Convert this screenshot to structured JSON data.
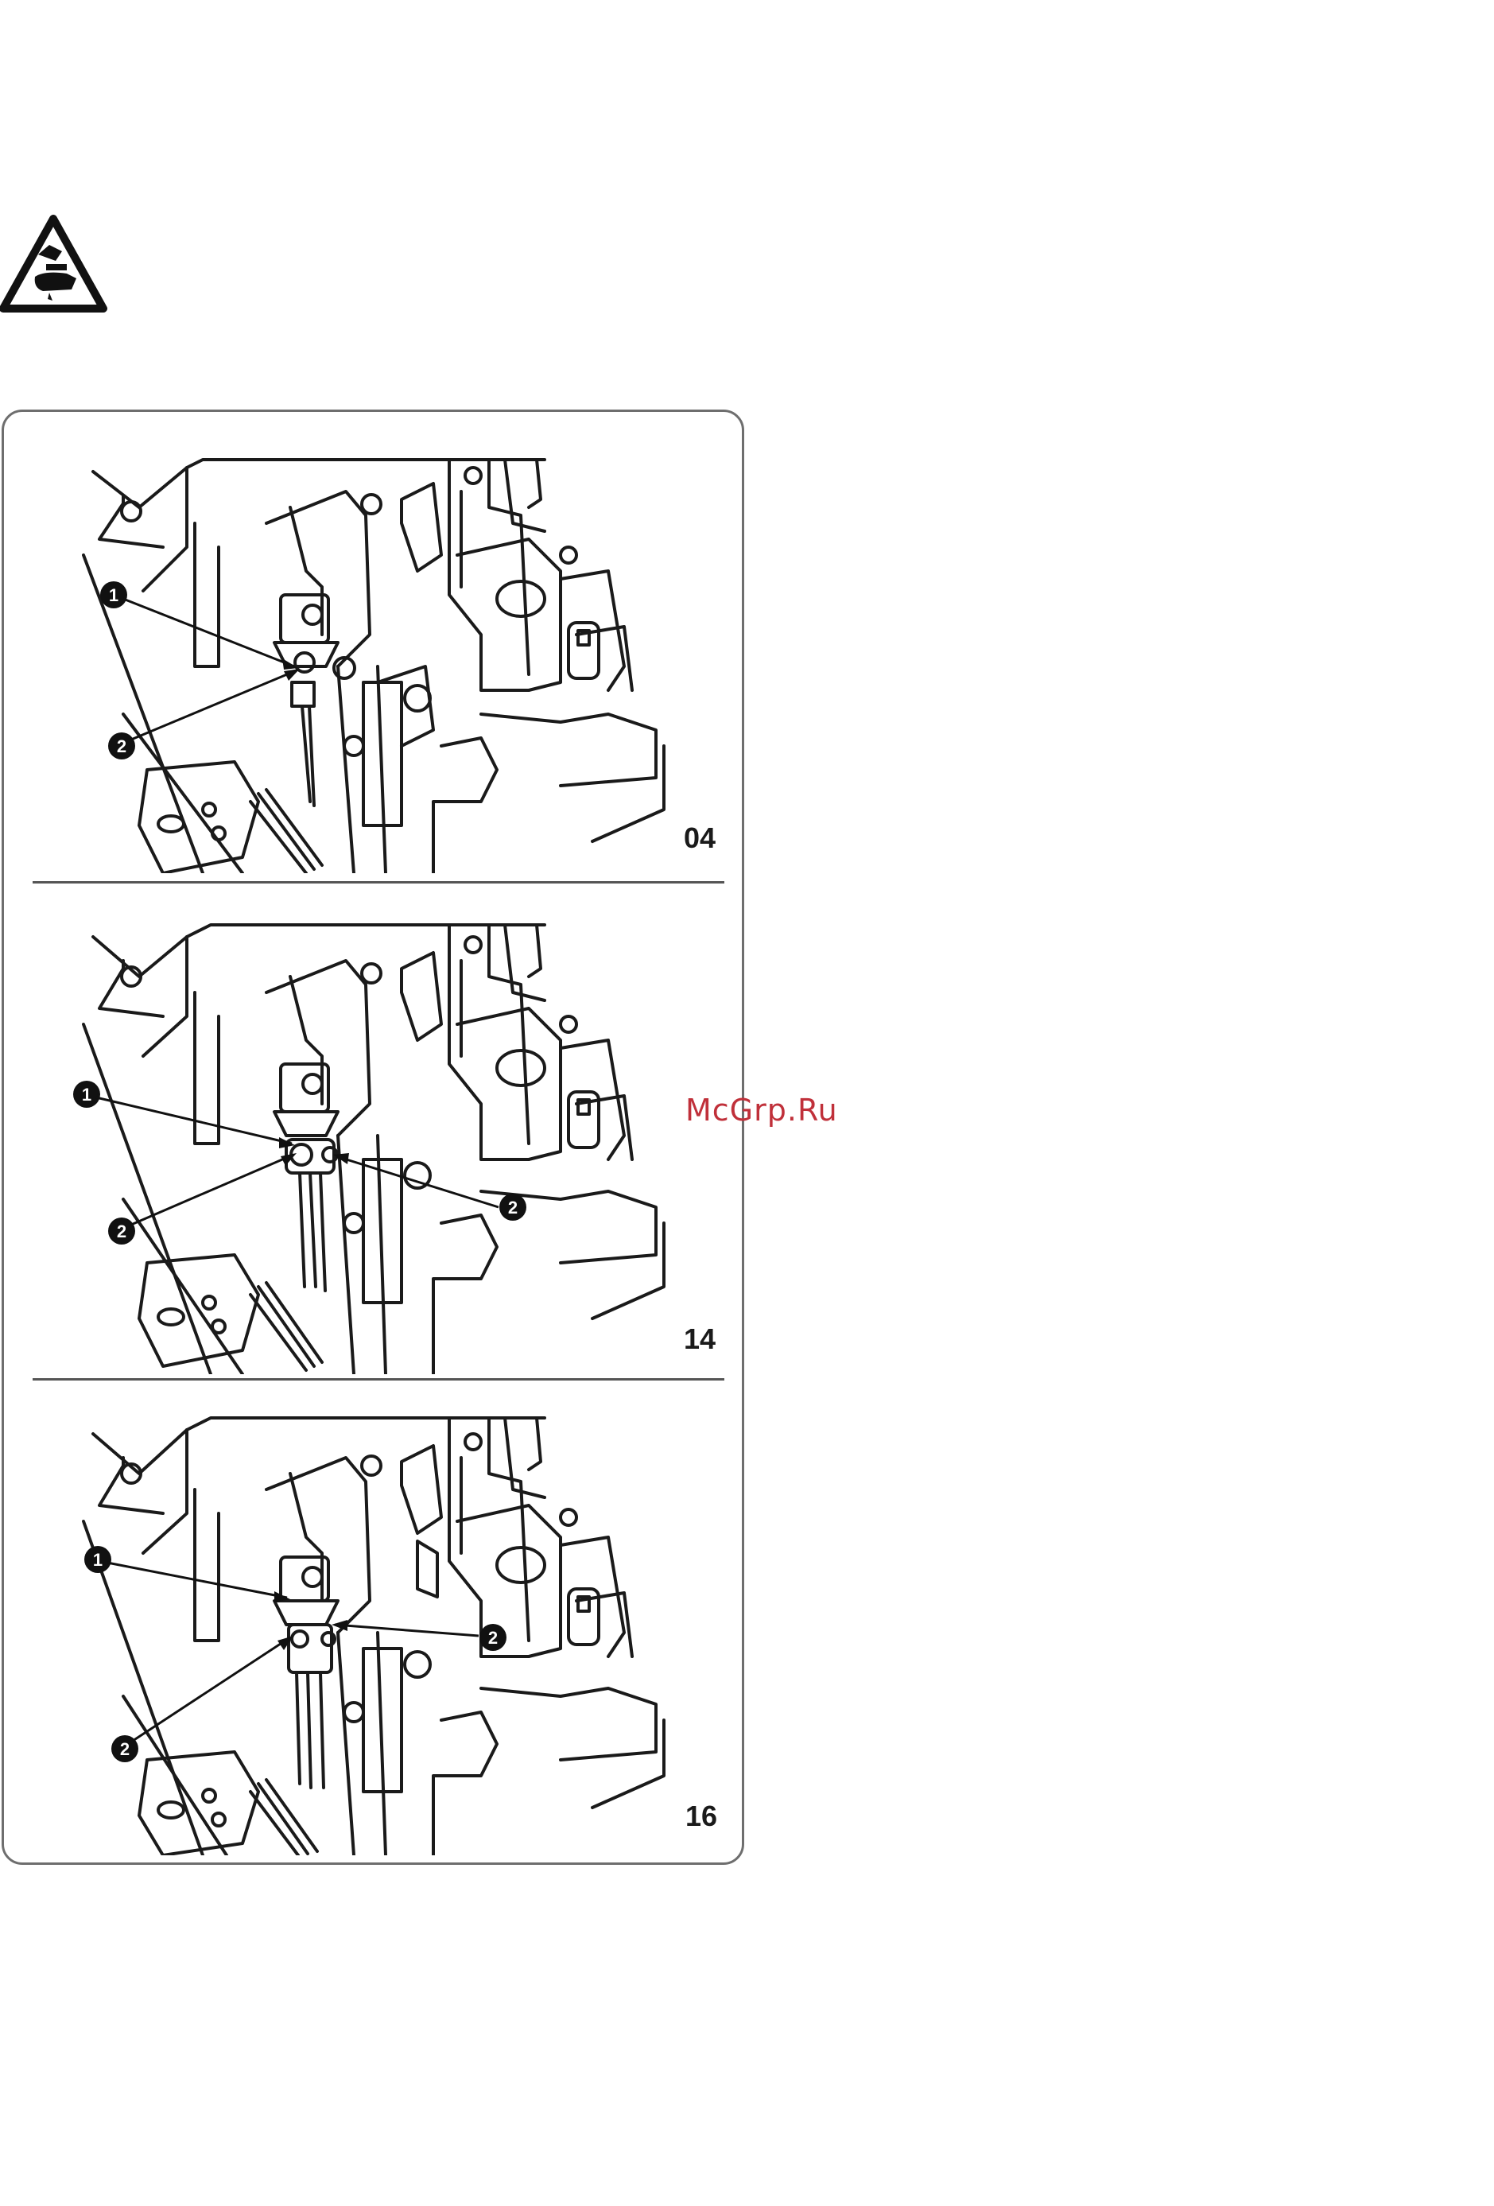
{
  "safety_symbol": {
    "icon": "hand-crush-warning-icon"
  },
  "figures": [
    {
      "code": "04",
      "callouts": [
        "1",
        "2"
      ]
    },
    {
      "code": "14",
      "callouts": [
        "1",
        "2",
        "2"
      ]
    },
    {
      "code": "16",
      "callouts": [
        "1",
        "2",
        "2"
      ]
    }
  ],
  "watermark": "McGrp.Ru",
  "colors": {
    "line": "#1a1a1a",
    "frame": "#6e6e6e",
    "watermark": "#c0303a"
  }
}
